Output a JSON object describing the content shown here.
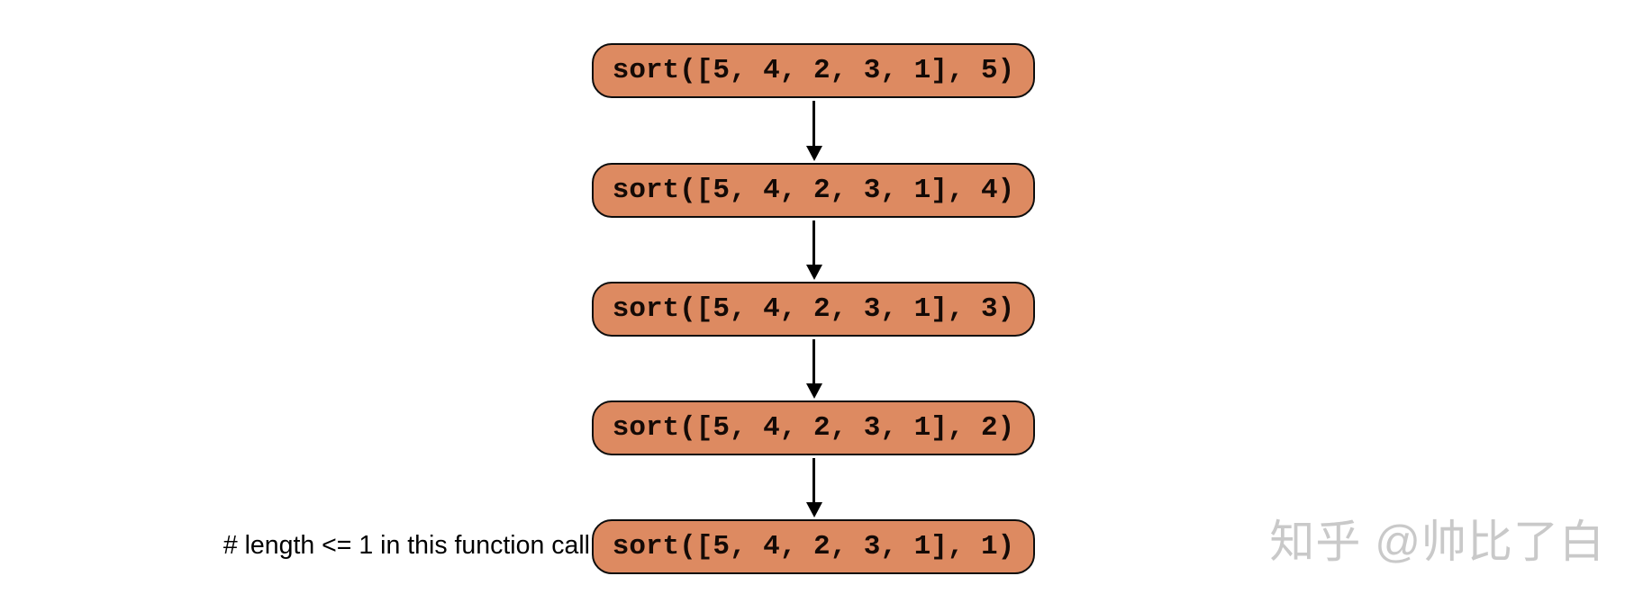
{
  "diagram": {
    "type": "recursion-call-chain",
    "background_color": "#ffffff",
    "node_fill_color": "#dd8a61",
    "node_border_color": "#0d0d0d",
    "arrow_color": "#000000",
    "nodes": [
      {
        "label": "sort([5, 4, 2, 3, 1], 5)"
      },
      {
        "label": "sort([5, 4, 2, 3, 1], 4)"
      },
      {
        "label": "sort([5, 4, 2, 3, 1], 3)"
      },
      {
        "label": "sort([5, 4, 2, 3, 1], 2)"
      },
      {
        "label": "sort([5, 4, 2, 3, 1], 1)"
      }
    ],
    "annotation": "# length <= 1 in this function call",
    "annotation_color": "#000000"
  },
  "watermark": {
    "text": "知乎 @帅比了白",
    "color": "#c9c9c9"
  }
}
